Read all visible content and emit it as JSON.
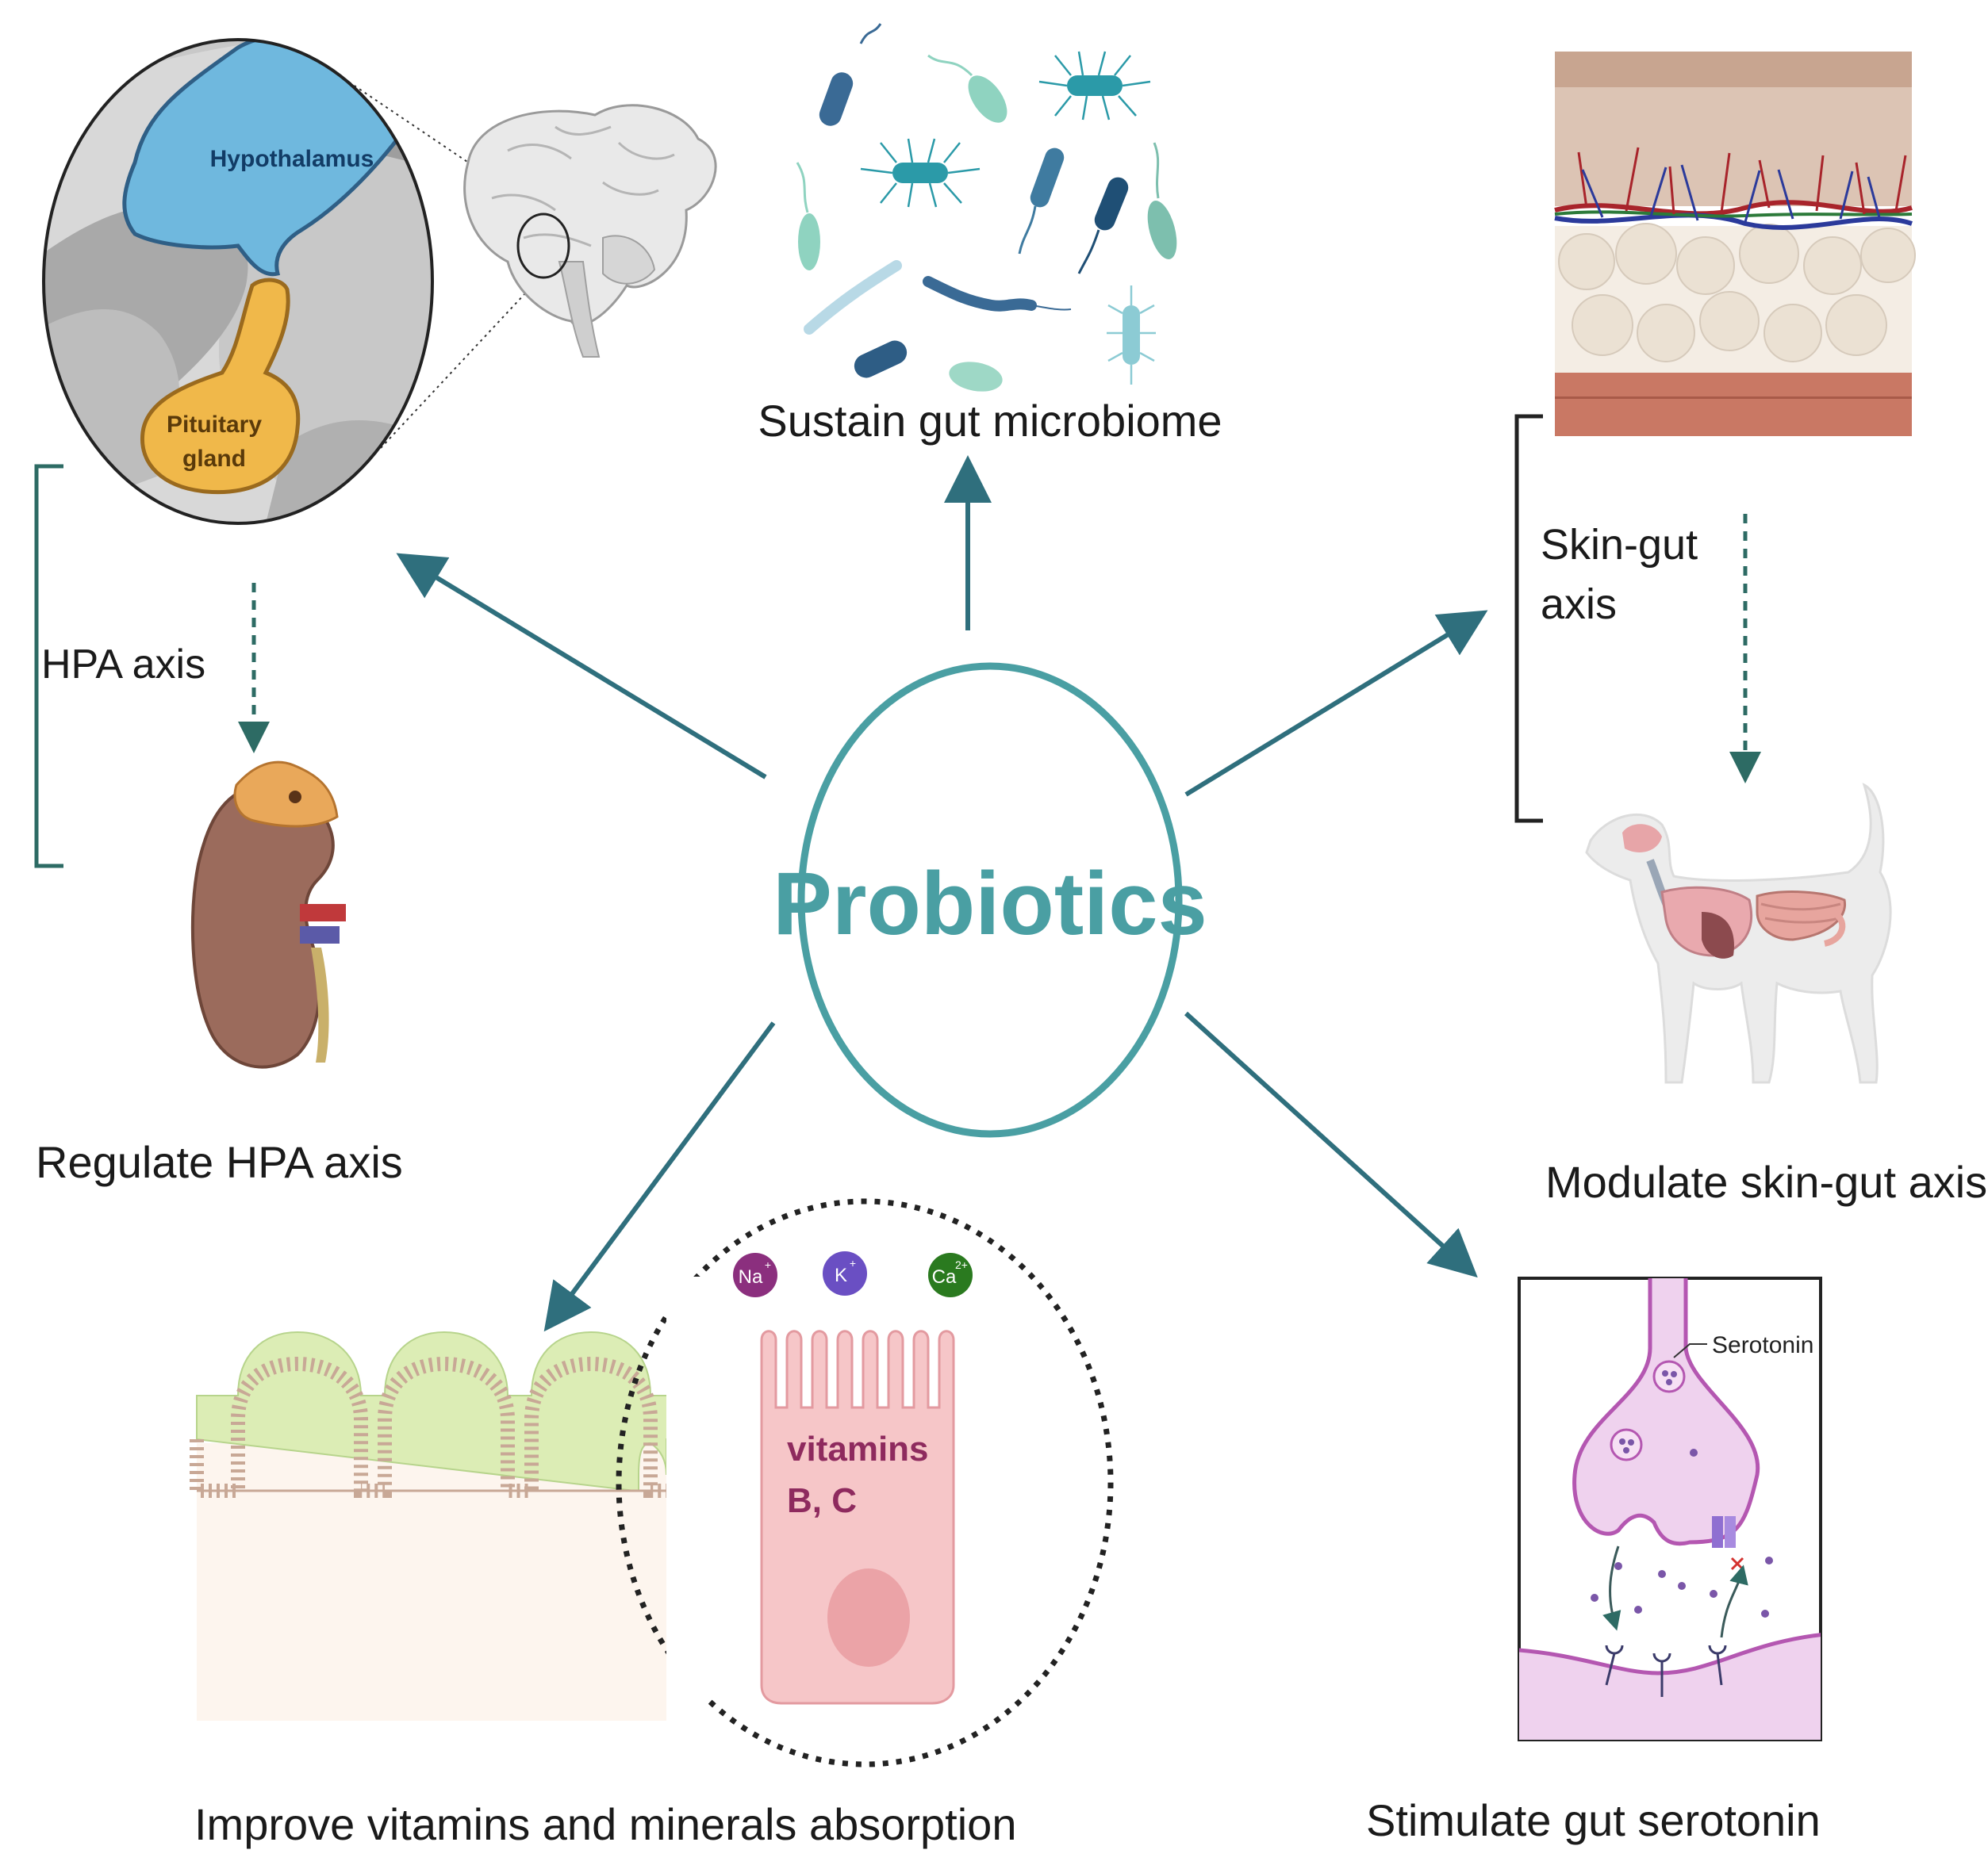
{
  "center": {
    "title": "Probiotics"
  },
  "hpa": {
    "hypothalamus_label": "Hypothalamus",
    "pituitary_line1": "Pituitary",
    "pituitary_line2": "gland",
    "axis_label": "HPA axis",
    "caption": "Regulate HPA axis"
  },
  "microbiome": {
    "caption": "Sustain gut microbiome"
  },
  "skin": {
    "axis_line1": "Skin-gut",
    "axis_line2": "axis",
    "caption": "Modulate skin-gut axis"
  },
  "absorption": {
    "ion_na": "Na",
    "ion_na_sup": "+",
    "ion_k": "K",
    "ion_k_sup": "+",
    "ion_ca": "Ca",
    "ion_ca_sup": "2+",
    "vitamins_line1": "vitamins",
    "vitamins_line2": "B, C",
    "caption": "Improve vitamins and minerals absorption"
  },
  "serotonin": {
    "label": "Serotonin",
    "caption": "Stimulate gut serotonin"
  },
  "colors": {
    "teal": "#4a9fa3",
    "arrow": "#2f6f7d",
    "bracket": "#2d6b64",
    "hypothalamus": "#6fb8de",
    "pituitary": "#f0b84a",
    "ion_na": "#8b2f7e",
    "ion_k": "#6a4fc3",
    "ion_ca": "#2a7a1f",
    "vitamins_text": "#8e2a5e"
  }
}
